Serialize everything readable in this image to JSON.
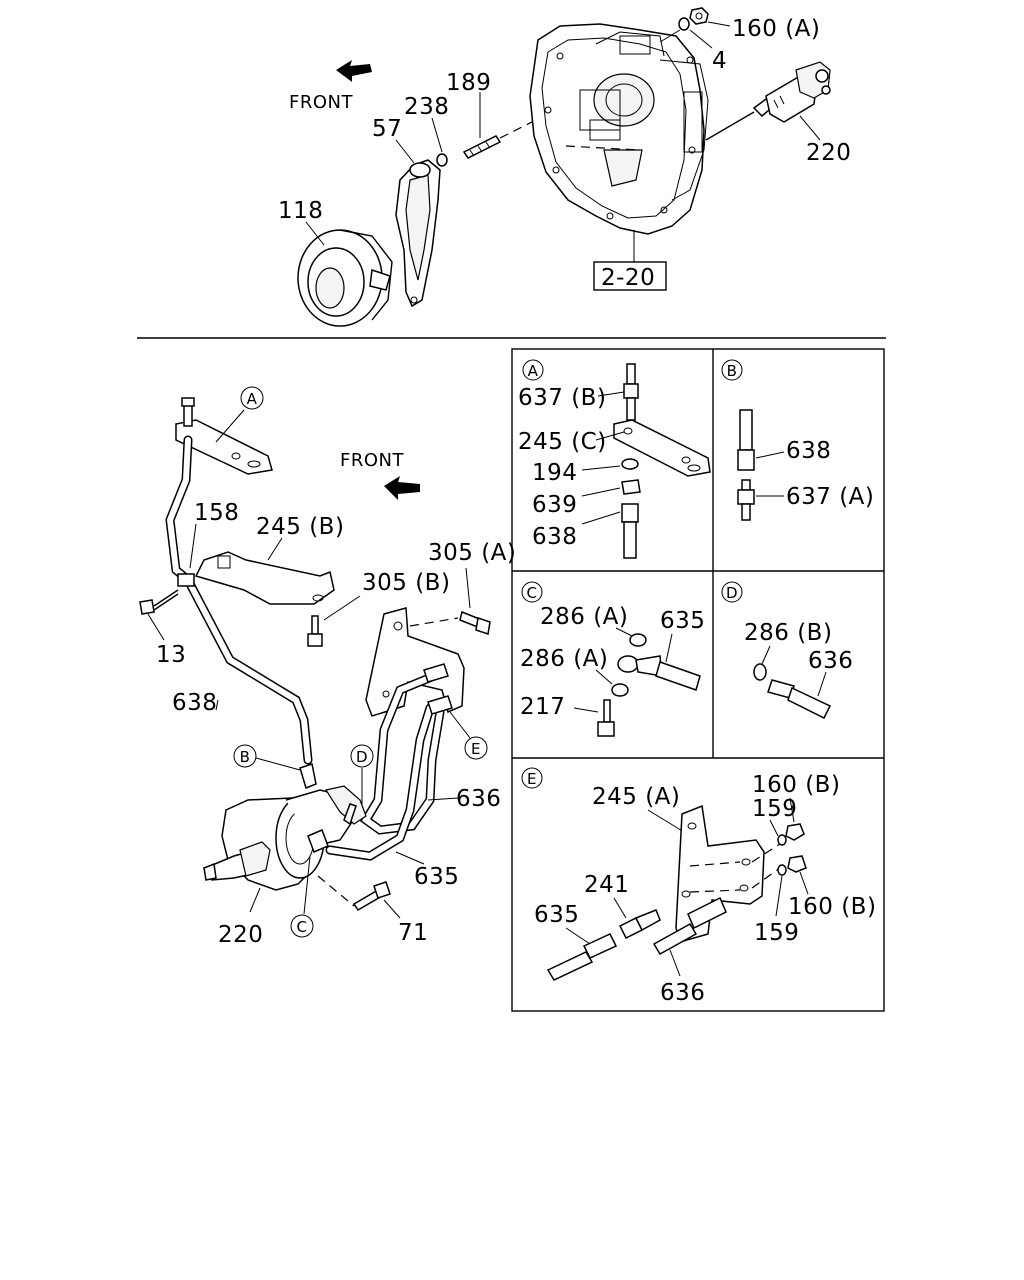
{
  "upper": {
    "front": "FRONT",
    "ref_box": "2-20",
    "labels": {
      "p160A": "160 (A)",
      "p4": "4",
      "p189": "189",
      "p238": "238",
      "p57": "57",
      "p118": "118",
      "p220": "220"
    }
  },
  "lower": {
    "front": "FRONT",
    "labels": {
      "p158": "158",
      "p245B": "245 (B)",
      "p305A": "305 (A)",
      "p305B": "305 (B)",
      "p13": "13",
      "p638": "638",
      "p636": "636",
      "p635": "635",
      "p220": "220",
      "p71": "71"
    },
    "callouts": {
      "A": "A",
      "B": "B",
      "C": "C",
      "D": "D",
      "E": "E"
    }
  },
  "detail_A": {
    "key": "A",
    "labels": {
      "p637B": "637 (B)",
      "p245C": "245 (C)",
      "p194": "194",
      "p639": "639",
      "p638": "638"
    }
  },
  "detail_B": {
    "key": "B",
    "labels": {
      "p638": "638",
      "p637A": "637 (A)"
    }
  },
  "detail_C": {
    "key": "C",
    "labels": {
      "p286A_1": "286 (A)",
      "p635": "635",
      "p286A_2": "286 (A)",
      "p217": "217"
    }
  },
  "detail_D": {
    "key": "D",
    "labels": {
      "p286B": "286 (B)",
      "p636": "636"
    }
  },
  "detail_E": {
    "key": "E",
    "labels": {
      "p245A": "245 (A)",
      "p160B_1": "160 (B)",
      "p159_1": "159",
      "p241": "241",
      "p635": "635",
      "p160B_2": "160 (B)",
      "p159_2": "159",
      "p636": "636"
    }
  }
}
